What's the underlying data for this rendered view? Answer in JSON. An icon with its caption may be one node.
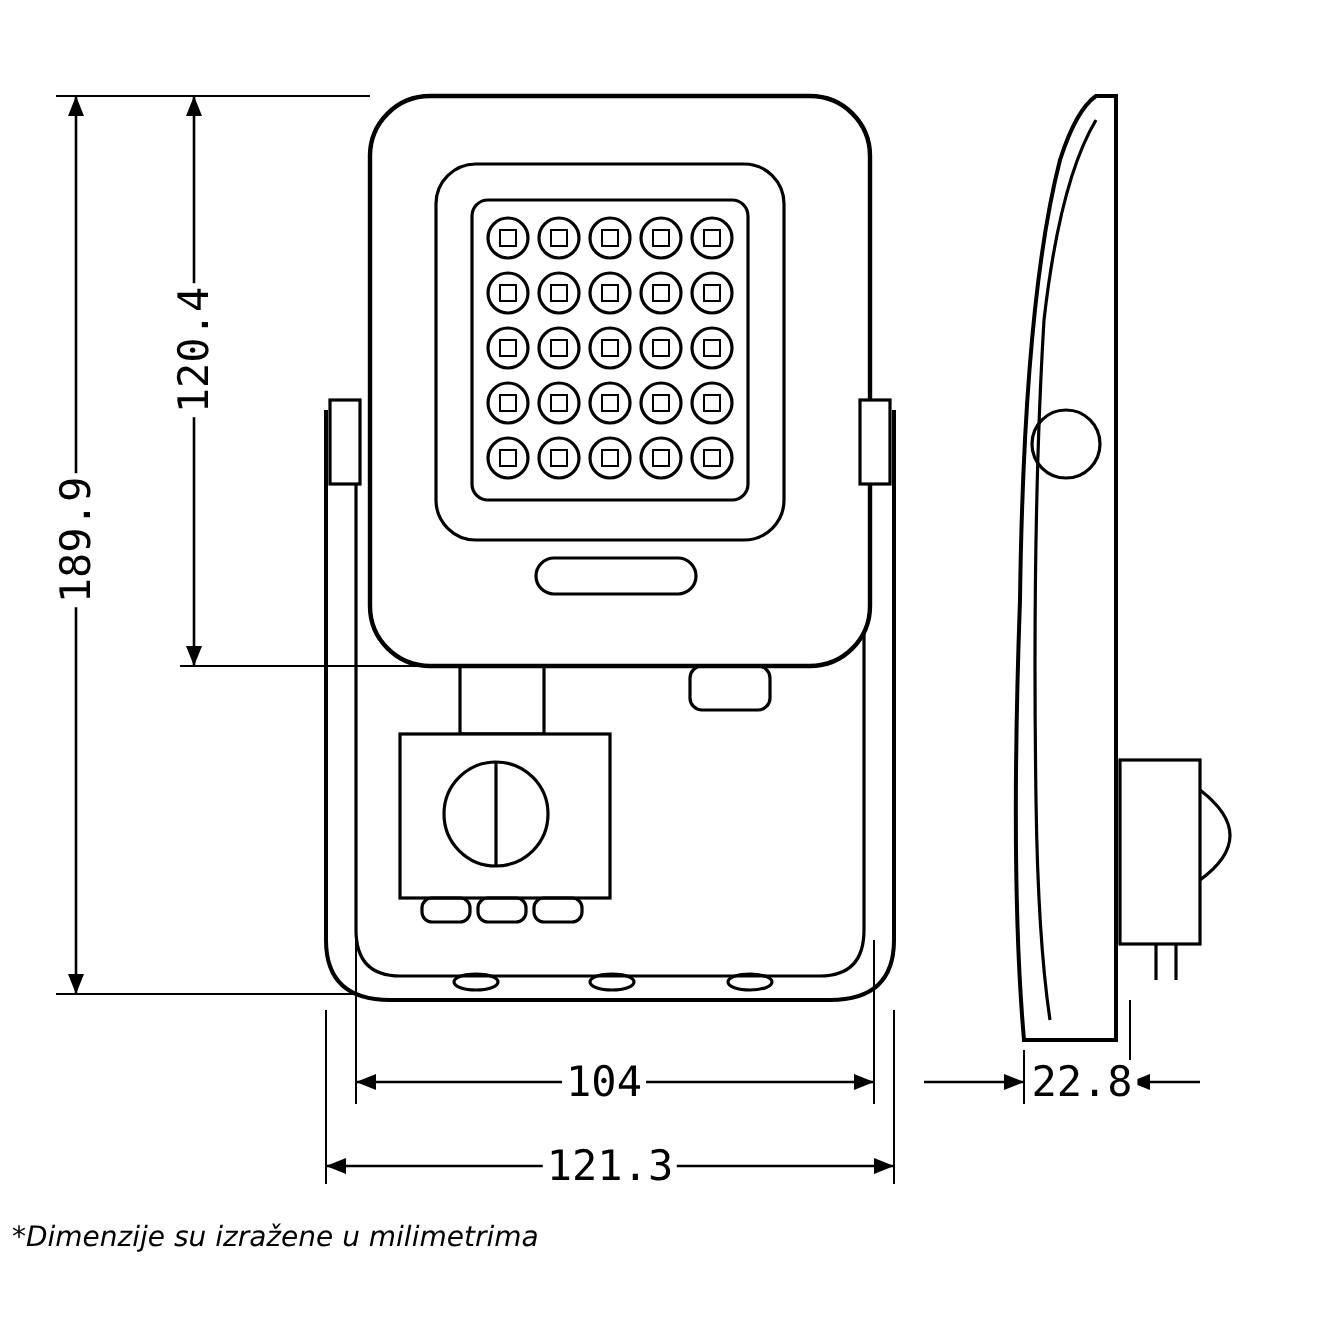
{
  "diagram": {
    "caption": "*Dimenzije su izražene u milimetrima",
    "labels": [
      "120.4",
      "189.9",
      "104",
      "121.3",
      "22.8"
    ]
  }
}
